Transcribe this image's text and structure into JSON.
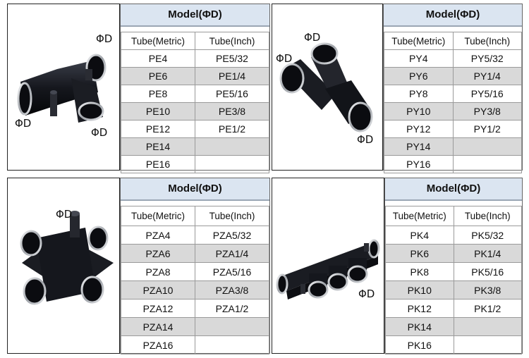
{
  "panels": [
    {
      "title": "Model(ΦD)",
      "headers": [
        "Tube(Metric)",
        "Tube(Inch)"
      ],
      "rows": [
        [
          "PE4",
          "PE5/32"
        ],
        [
          "PE6",
          "PE1/4"
        ],
        [
          "PE8",
          "PE5/16"
        ],
        [
          "PE10",
          "PE3/8"
        ],
        [
          "PE12",
          "PE1/2"
        ],
        [
          "PE14",
          ""
        ],
        [
          "PE16",
          ""
        ]
      ],
      "labels": [
        "ΦD",
        "ΦD",
        "ΦD"
      ]
    },
    {
      "title": "Model(ΦD)",
      "headers": [
        "Tube(Metric)",
        "Tube(Inch)"
      ],
      "rows": [
        [
          "PY4",
          "PY5/32"
        ],
        [
          "PY6",
          "PY1/4"
        ],
        [
          "PY8",
          "PY5/16"
        ],
        [
          "PY10",
          "PY3/8"
        ],
        [
          "PY12",
          "PY1/2"
        ],
        [
          "PY14",
          ""
        ],
        [
          "PY16",
          ""
        ]
      ],
      "labels": [
        "ΦD",
        "ΦD",
        "ΦD"
      ]
    },
    {
      "title": "Model(ΦD)",
      "headers": [
        "Tube(Metric)",
        "Tube(Inch)"
      ],
      "rows": [
        [
          "PZA4",
          "PZA5/32"
        ],
        [
          "PZA6",
          "PZA1/4"
        ],
        [
          "PZA8",
          "PZA5/16"
        ],
        [
          "PZA10",
          "PZA3/8"
        ],
        [
          "PZA12",
          "PZA1/2"
        ],
        [
          "PZA14",
          ""
        ],
        [
          "PZA16",
          ""
        ]
      ],
      "labels": [
        "ΦD"
      ]
    },
    {
      "title": "Model(ΦD)",
      "headers": [
        "Tube(Metric)",
        "Tube(Inch)"
      ],
      "rows": [
        [
          "PK4",
          "PK5/32"
        ],
        [
          "PK6",
          "PK1/4"
        ],
        [
          "PK8",
          "PK5/16"
        ],
        [
          "PK10",
          "PK3/8"
        ],
        [
          "PK12",
          "PK1/2"
        ],
        [
          "PK14",
          ""
        ],
        [
          "PK16",
          ""
        ]
      ],
      "labels": [
        "ΦD"
      ]
    }
  ],
  "colors": {
    "header_bg": "#dbe5f1",
    "shaded_row": "#d9d9d9",
    "fitting_body": "#15171d",
    "ring": "#c9ccd1"
  }
}
